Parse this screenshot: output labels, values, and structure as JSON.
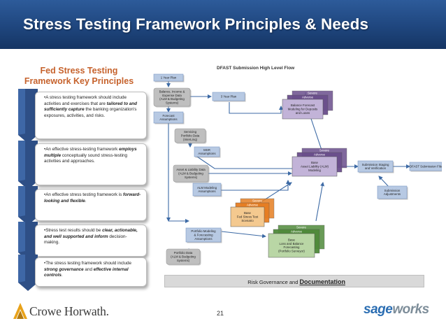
{
  "slide": {
    "title": "Stress Testing Framework Principles & Needs",
    "page_number": "21"
  },
  "left_panel": {
    "title_line1": "Fed Stress Testing",
    "title_line2": "Framework Key Principles",
    "principles": [
      {
        "segments": [
          {
            "text": "•A stress testing framework should include activities and exercises that are ",
            "style": "normal"
          },
          {
            "text": "tailored to and sufficiently capture",
            "style": "bold-italic"
          },
          {
            "text": " the banking organization's exposures, activities, and risks.",
            "style": "normal"
          }
        ]
      },
      {
        "segments": [
          {
            "text": "•An effective stress-testing framework ",
            "style": "normal"
          },
          {
            "text": "employs multiple",
            "style": "bold-italic"
          },
          {
            "text": " conceptually sound stress-testing activities and approaches.",
            "style": "normal"
          }
        ]
      },
      {
        "segments": [
          {
            "text": "•An effective stress testing framework is ",
            "style": "normal"
          },
          {
            "text": "forward-looking and flexible",
            "style": "bold-italic"
          },
          {
            "text": ".",
            "style": "normal"
          }
        ]
      },
      {
        "segments": [
          {
            "text": "•Stress test results should be ",
            "style": "normal"
          },
          {
            "text": "clear, actionable, and well supported and inform",
            "style": "bold-italic"
          },
          {
            "text": " decision-making.",
            "style": "normal"
          }
        ]
      },
      {
        "segments": [
          {
            "text": "•The stress testing framework should include ",
            "style": "normal"
          },
          {
            "text": "strong governance",
            "style": "bold-italic"
          },
          {
            "text": " and ",
            "style": "normal"
          },
          {
            "text": "effective internal controls",
            "style": "bold-italic"
          },
          {
            "text": ".",
            "style": "normal"
          }
        ]
      }
    ]
  },
  "diagram": {
    "title": "DFAST Submission High Level Flow",
    "nodes": {
      "one_year_plan": "1 Year Plan",
      "balance_income": [
        "Balance, Income &",
        "Expense Data",
        "(ALM & Budgeting",
        "Systems)"
      ],
      "three_year_plan": "3 Year Plan",
      "forecast_assumptions": [
        "Forecast",
        "Assumptions"
      ],
      "balance_forecast": {
        "back1": "Severe",
        "back2": "Adverse",
        "front": [
          "Balance Forecast",
          "Modeling for Deposits",
          "and Loans"
        ]
      },
      "servicing_portfolio": [
        "Servicing",
        "Portfolio Data",
        "(InterLinq)"
      ],
      "msr_assumptions": [
        "MSR",
        "Assumptions"
      ],
      "asset_liability_data": [
        "Asset & Liability Data",
        "(ALM & Budgeting",
        "Systems)"
      ],
      "alm_modeling": {
        "back1": "Severe",
        "back2": "Adverse",
        "front": [
          "Base",
          "Asset Liability (ALM)",
          "Modeling"
        ]
      },
      "submission_staging": [
        "Submission Staging",
        "and Verification"
      ],
      "dfast_submission_file": "DFAST Submission File",
      "alm_modeling_assumptions": [
        "ALM Modeling",
        "Assumptions"
      ],
      "fed_stress_test": {
        "back1": "Severe",
        "back2": "Adverse",
        "front": [
          "Base",
          "Fed Stress Test",
          "Scenario"
        ]
      },
      "submission_adjustments": [
        "Submission",
        "Adjustments"
      ],
      "portfolio_modeling": [
        "Portfolio Modeling",
        "& Forecasting",
        "Assumptions"
      ],
      "loss_forecasting": {
        "back1": "Severe",
        "back2": "Adverse",
        "front": [
          "Base",
          "Loss and Balance",
          "Forecasting",
          "(Portfolio Surveyor)"
        ]
      },
      "portfolio_data": [
        "Portfolio Data",
        "(ALM & Budgeting",
        "Systems)"
      ]
    },
    "footer_prefix": "Risk Governance and ",
    "footer_emphasis": "Documentation",
    "colors": {
      "blue_box": "#b7c9e3",
      "blue_border": "#7f9cc6",
      "gray_box": "#bfbfbf",
      "purple_back": "#6a4e8c",
      "purple_front": "#c2b3d8",
      "red_back": "#c0392b",
      "red_front": "#e3b3a8",
      "orange_back": "#e67e22",
      "orange_front": "#f4c98f",
      "green_back": "#4f8a3a",
      "green_front": "#b9d6a5",
      "arrow": "#3d6aa5"
    }
  },
  "logos": {
    "left": "Crowe Horwath.",
    "right_part1": "sage",
    "right_part2": "works"
  }
}
